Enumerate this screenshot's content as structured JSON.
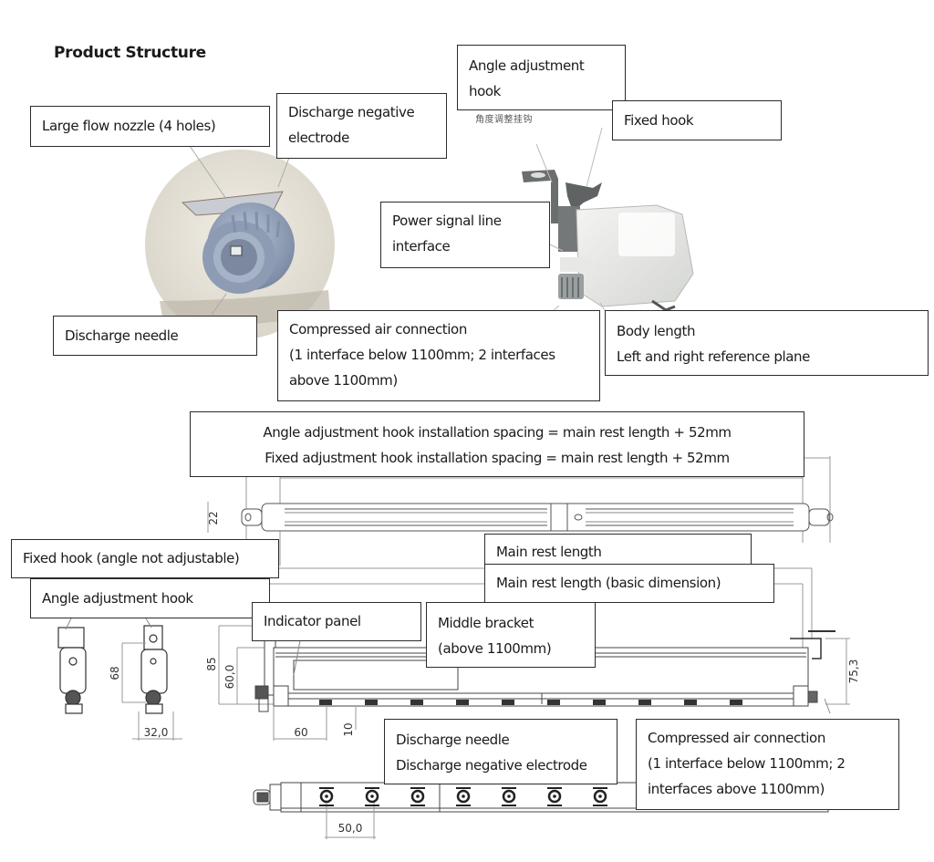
{
  "title": "Product Structure",
  "photo_labels": {
    "large_flow_nozzle": "Large flow nozzle (4 holes)",
    "discharge_negative_electrode": [
      "Discharge negative",
      "electrode"
    ],
    "discharge_needle": "Discharge needle",
    "angle_adjustment_hook": [
      "Angle adjustment",
      "hook"
    ],
    "angle_adjustment_hook_cn": "角度调整挂钩",
    "fixed_hook": "Fixed hook",
    "power_signal_line": [
      "Power signal line",
      "interface"
    ],
    "compressed_air": [
      "Compressed air connection",
      "(1 interface below 1100mm; 2 interfaces",
      "above 1100mm)"
    ],
    "body_length": [
      "Body length",
      "Left and right reference plane"
    ]
  },
  "drawing_labels": {
    "spacing_note": [
      "Angle adjustment hook installation spacing = main rest length + 52mm",
      "Fixed adjustment hook installation spacing = main rest length + 52mm"
    ],
    "fixed_hook_not_adjustable": "Fixed hook (angle not adjustable)",
    "angle_adjustment_hook": "Angle adjustment hook",
    "main_rest_length": "Main rest length",
    "main_rest_length_basic": "Main rest length (basic dimension)",
    "indicator_panel": "Indicator panel",
    "middle_bracket": [
      "Middle bracket",
      "(above 1100mm)"
    ],
    "discharge_needle_electrode": [
      "Discharge needle",
      "Discharge negative electrode"
    ],
    "compressed_air": [
      "Compressed air connection",
      "(1 interface below 1100mm; 2",
      "interfaces above 1100mm)"
    ]
  },
  "dimensions": {
    "top_height": "22",
    "hook_height": "68",
    "hook_width": "32,0",
    "total_height": "85",
    "body_height": "60,0",
    "bracket_height": "75,3",
    "end_offset": "60",
    "needle_gap": "10",
    "needle_pitch": "50,0"
  }
}
